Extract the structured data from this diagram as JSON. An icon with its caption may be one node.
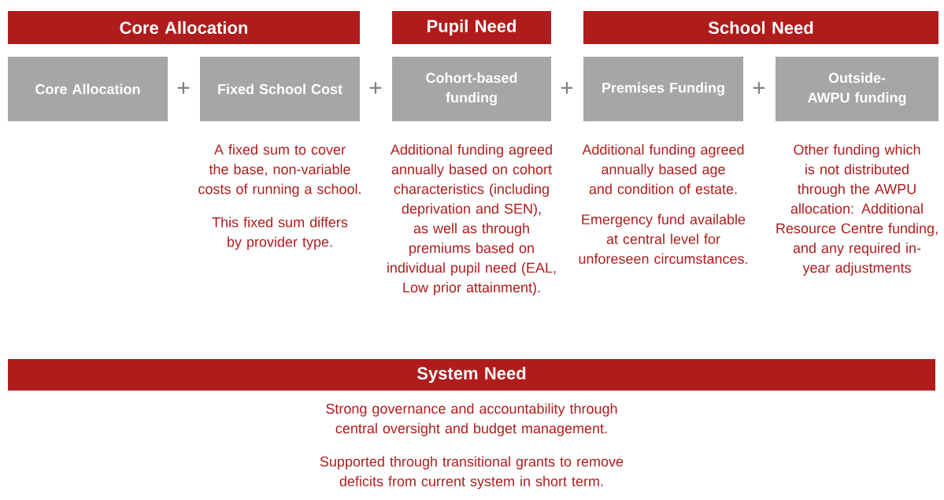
{
  "diagram": {
    "nodes": [
      {
        "text": [
          "Core Allocation"
        ]
      },
      {
        "text": [
          "Pupil Need"
        ]
      },
      {
        "text": [
          "School Need"
        ]
      },
      {
        "text": [
          "Core Allocation"
        ]
      },
      {
        "text": [
          "Fixed School Cost"
        ],
        "beside": [
          "A fixed sum to cover the base, non-variable costs of running a school.",
          "This fixed sum differs by provider type."
        ]
      },
      {
        "text": [
          "Cohort-based funding"
        ],
        "beside": [
          "Additional funding agreed annually based on cohort characteristics (including deprivation and SEN), as well as through premiums based on individual pupil need (EAL, Low prior attainment)."
        ]
      },
      {
        "text": [
          "Premises Funding"
        ],
        "beside": [
          "Additional funding agreed annually based age and condition of estate.",
          "Emergency fund available at central level for unforeseen circumstances."
        ]
      },
      {
        "text": [
          "Outside-AWPU funding"
        ],
        "beside": [
          "Other funding which is not distributed through the AWPU allocation: Additional Resource Centre funding, and any required in-year adjustments"
        ]
      },
      {
        "text": [
          "System Need"
        ],
        "beside": [
          "Strong governance and accountability through central oversight and budget management.",
          "Supported through transitional grants to remove deficits from current system in short term."
        ]
      }
    ],
    "labels": [
      "+",
      "+",
      "+",
      "+"
    ]
  }
}
